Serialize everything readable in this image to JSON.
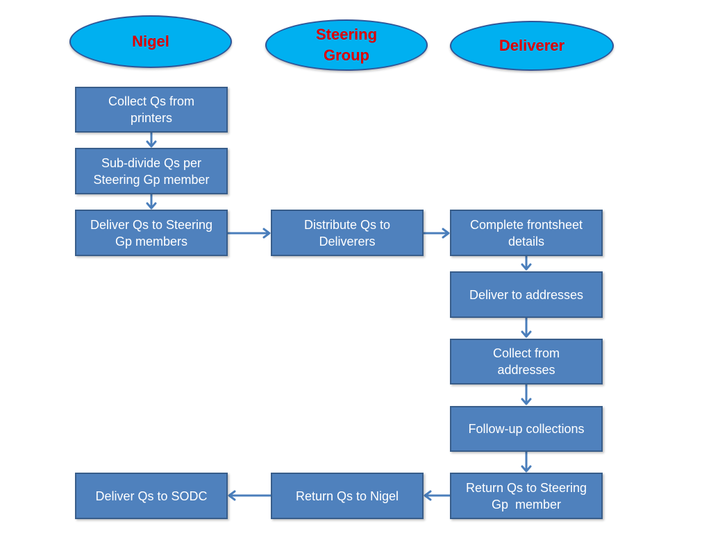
{
  "lanes": {
    "nigel": "Nigel",
    "steering_group_line1": "Steering",
    "steering_group_line2": "Group",
    "deliverer": "Deliverer"
  },
  "steps": {
    "collect_qs_line1": "Collect Qs from",
    "collect_qs_line2": "printers",
    "subdivide_line1": "Sub-divide Qs per",
    "subdivide_line2": "Steering Gp member",
    "deliver_to_sg_line1": "Deliver Qs to Steering",
    "deliver_to_sg_line2": "Gp members",
    "distribute_line1": "Distribute Qs to",
    "distribute_line2": "Deliverers",
    "frontsheet_line1": "Complete frontsheet",
    "frontsheet_line2": "details",
    "deliver_addresses": "Deliver to addresses",
    "collect_addresses_line1": "Collect from",
    "collect_addresses_line2": "addresses",
    "followup": "Follow-up collections",
    "return_sg_line1": "Return Qs to Steering",
    "return_sg_line2": "Gp  member",
    "return_nigel": "Return Qs to Nigel",
    "deliver_sodc": "Deliver Qs to SODC"
  },
  "colors": {
    "lane_fill": "#00b0f0",
    "lane_text": "#e00000",
    "box_fill": "#4f81bd",
    "box_border": "#385d8a",
    "arrow": "#4a7ebb"
  }
}
